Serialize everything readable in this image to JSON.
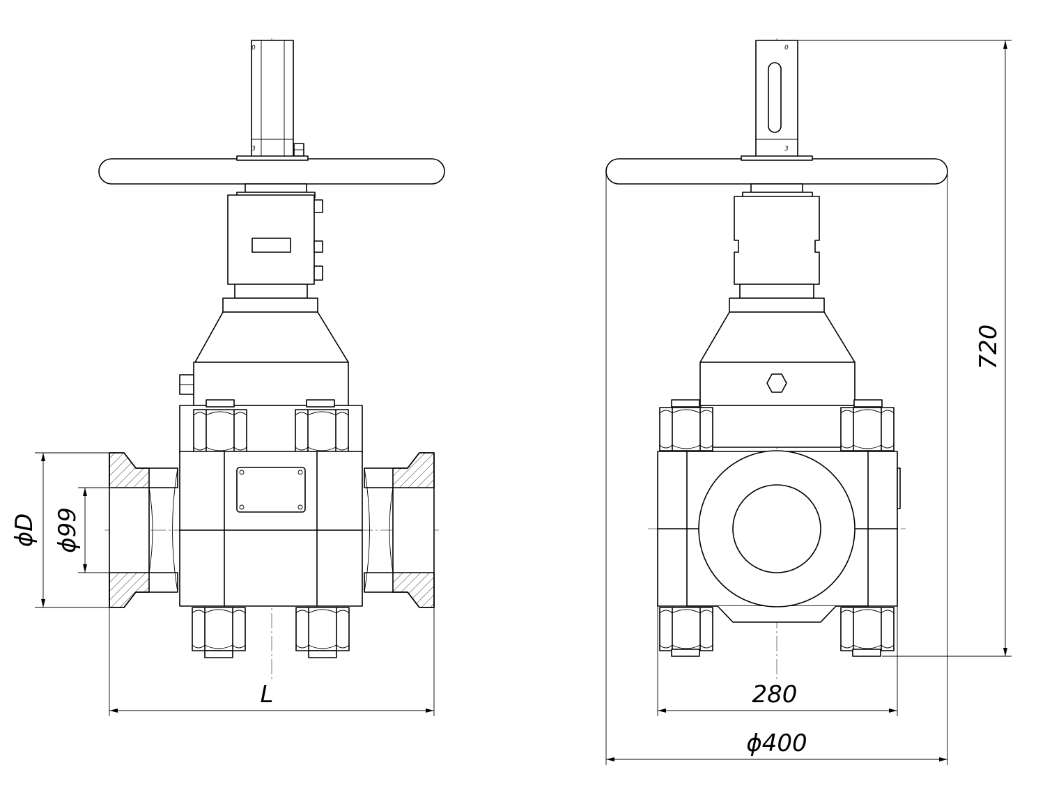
{
  "dimensions": {
    "flange_diameter": "ϕD",
    "bore_diameter": "ϕ99",
    "length": "L",
    "body_width": "280",
    "handwheel_diameter": "ϕ400",
    "overall_height": "720"
  },
  "stem_marks": {
    "open": "0",
    "closed": "3"
  }
}
